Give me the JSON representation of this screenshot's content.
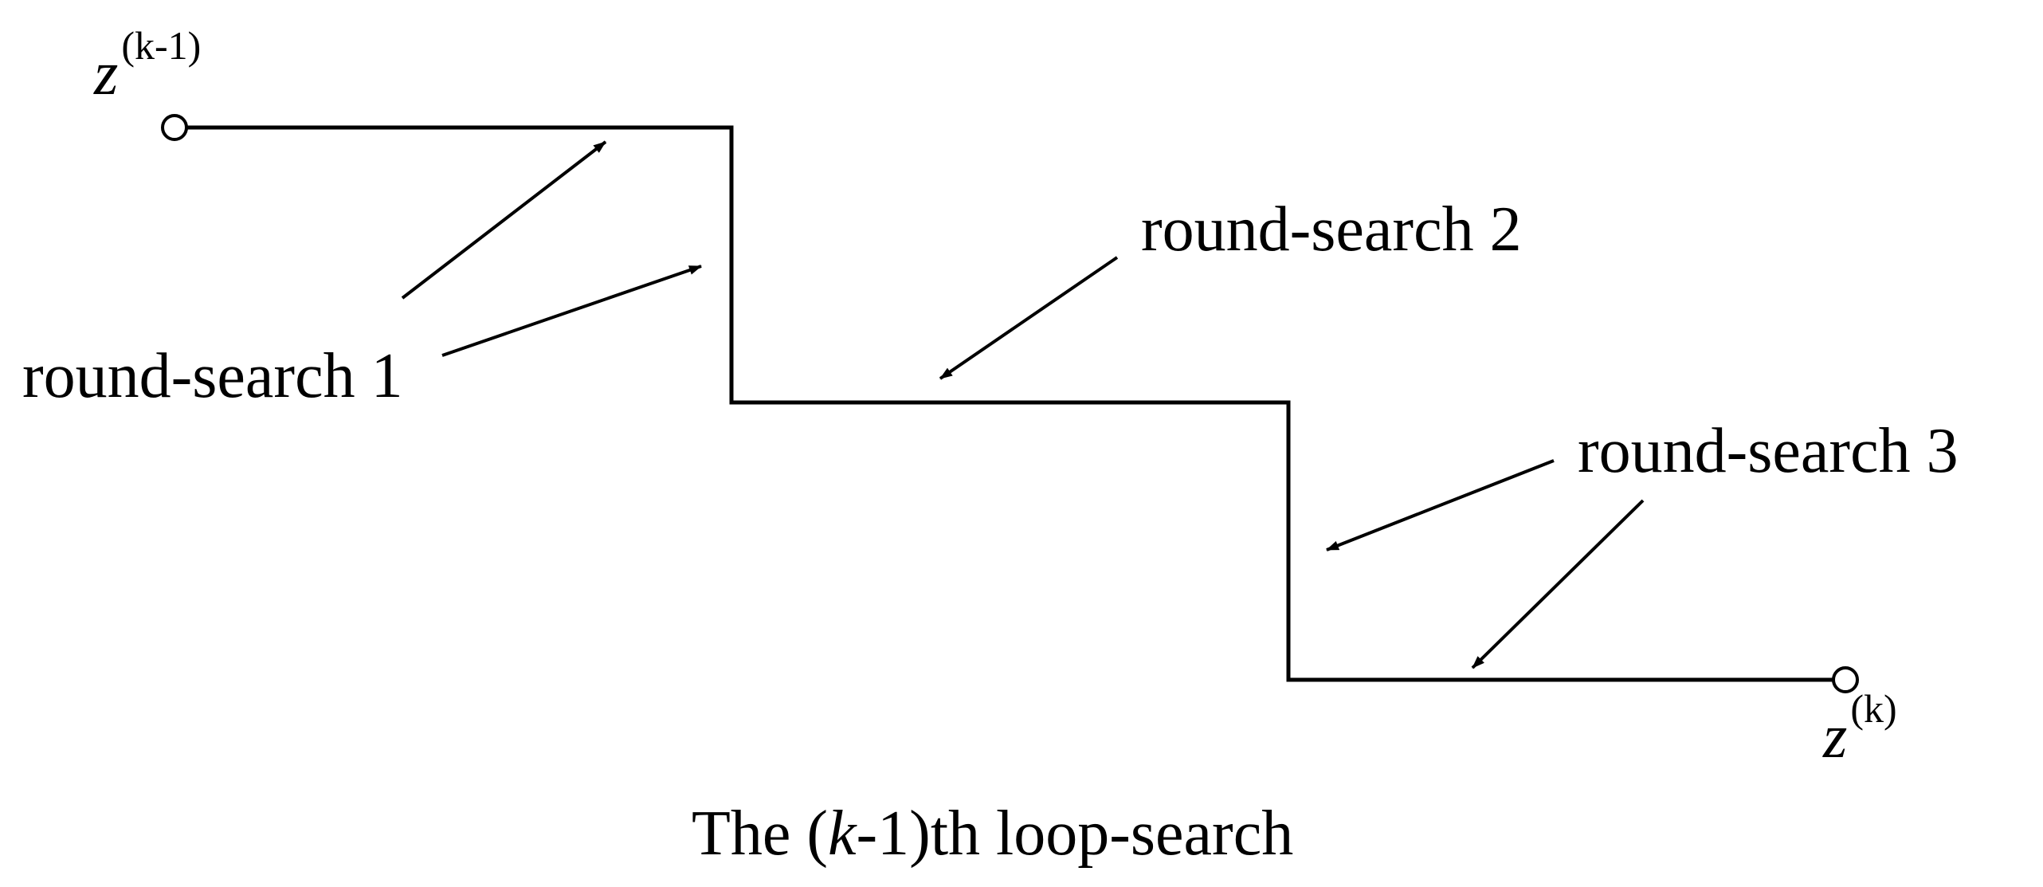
{
  "labels": {
    "start_point": {
      "base": "z",
      "superscript": "(k-1)"
    },
    "end_point": {
      "base": "z",
      "superscript": "(k)"
    },
    "round_search_1": "round-search 1",
    "round_search_2": "round-search 2",
    "round_search_3": "round-search 3",
    "caption": {
      "prefix": "The (",
      "variable": "k",
      "suffix": "-1)th loop-search"
    }
  },
  "colors": {
    "line": "#000000",
    "background": "#ffffff"
  }
}
